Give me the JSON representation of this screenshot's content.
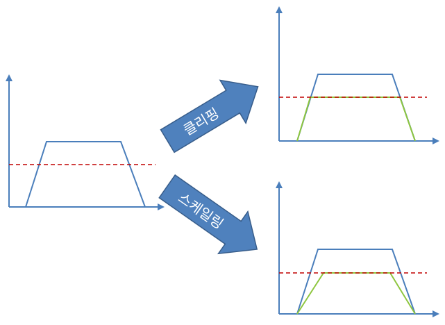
{
  "arrows": {
    "clipping_label": "클리핑",
    "scaling_label": "스케일링"
  },
  "colors": {
    "axis": "#4a7ebb",
    "signal_original": "#4a7ebb",
    "signal_processed": "#8ec63f",
    "threshold": "#c00000",
    "arrow_fill": "#4f81bd"
  },
  "icons": {
    "axis_head": "triangle-arrowhead",
    "block_arrow": "block-arrow"
  }
}
